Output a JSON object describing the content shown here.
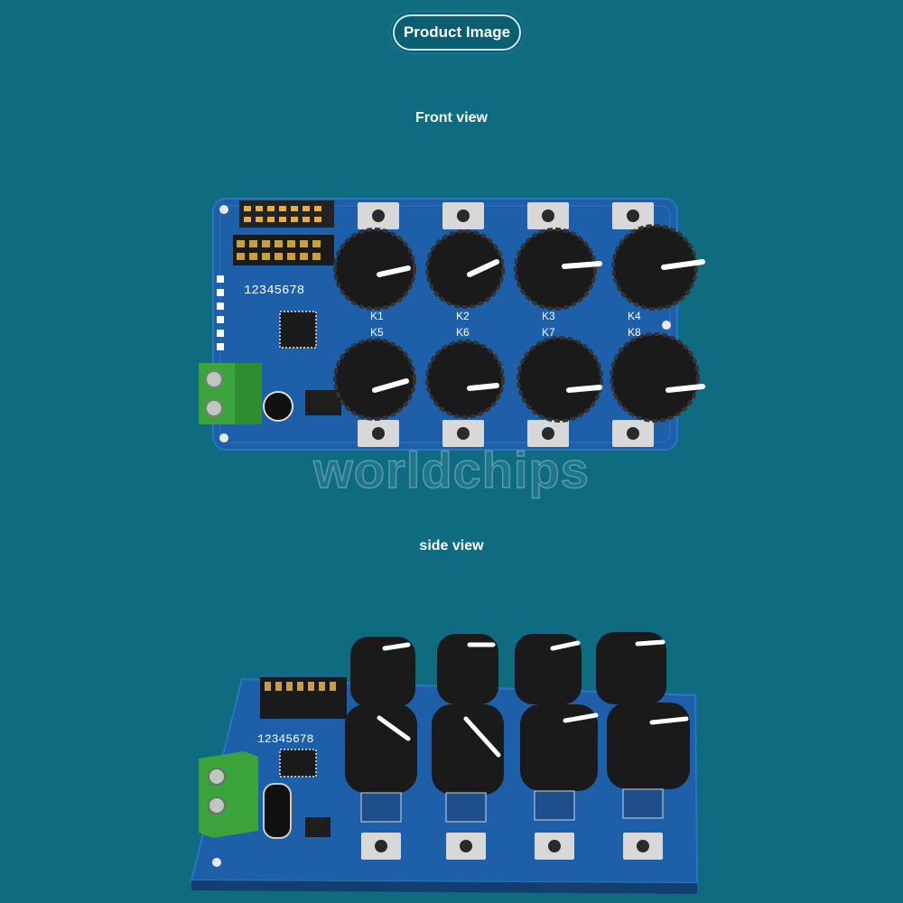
{
  "header": {
    "badge_label": "Product Image"
  },
  "front": {
    "caption": "Front view",
    "knob_labels": [
      "K1",
      "K2",
      "K3",
      "K4",
      "K5",
      "K6",
      "K7",
      "K8"
    ],
    "board_silkscreen": "12345678"
  },
  "side": {
    "caption": "side view",
    "board_silkscreen": "12345678"
  },
  "watermark": "worldchips",
  "colors": {
    "background": "#0e6b80",
    "pcb": "#1d5fa8",
    "knob": "#1a1a1a",
    "terminal": "#3aa33a",
    "badge_border": "#c9e7f0"
  }
}
